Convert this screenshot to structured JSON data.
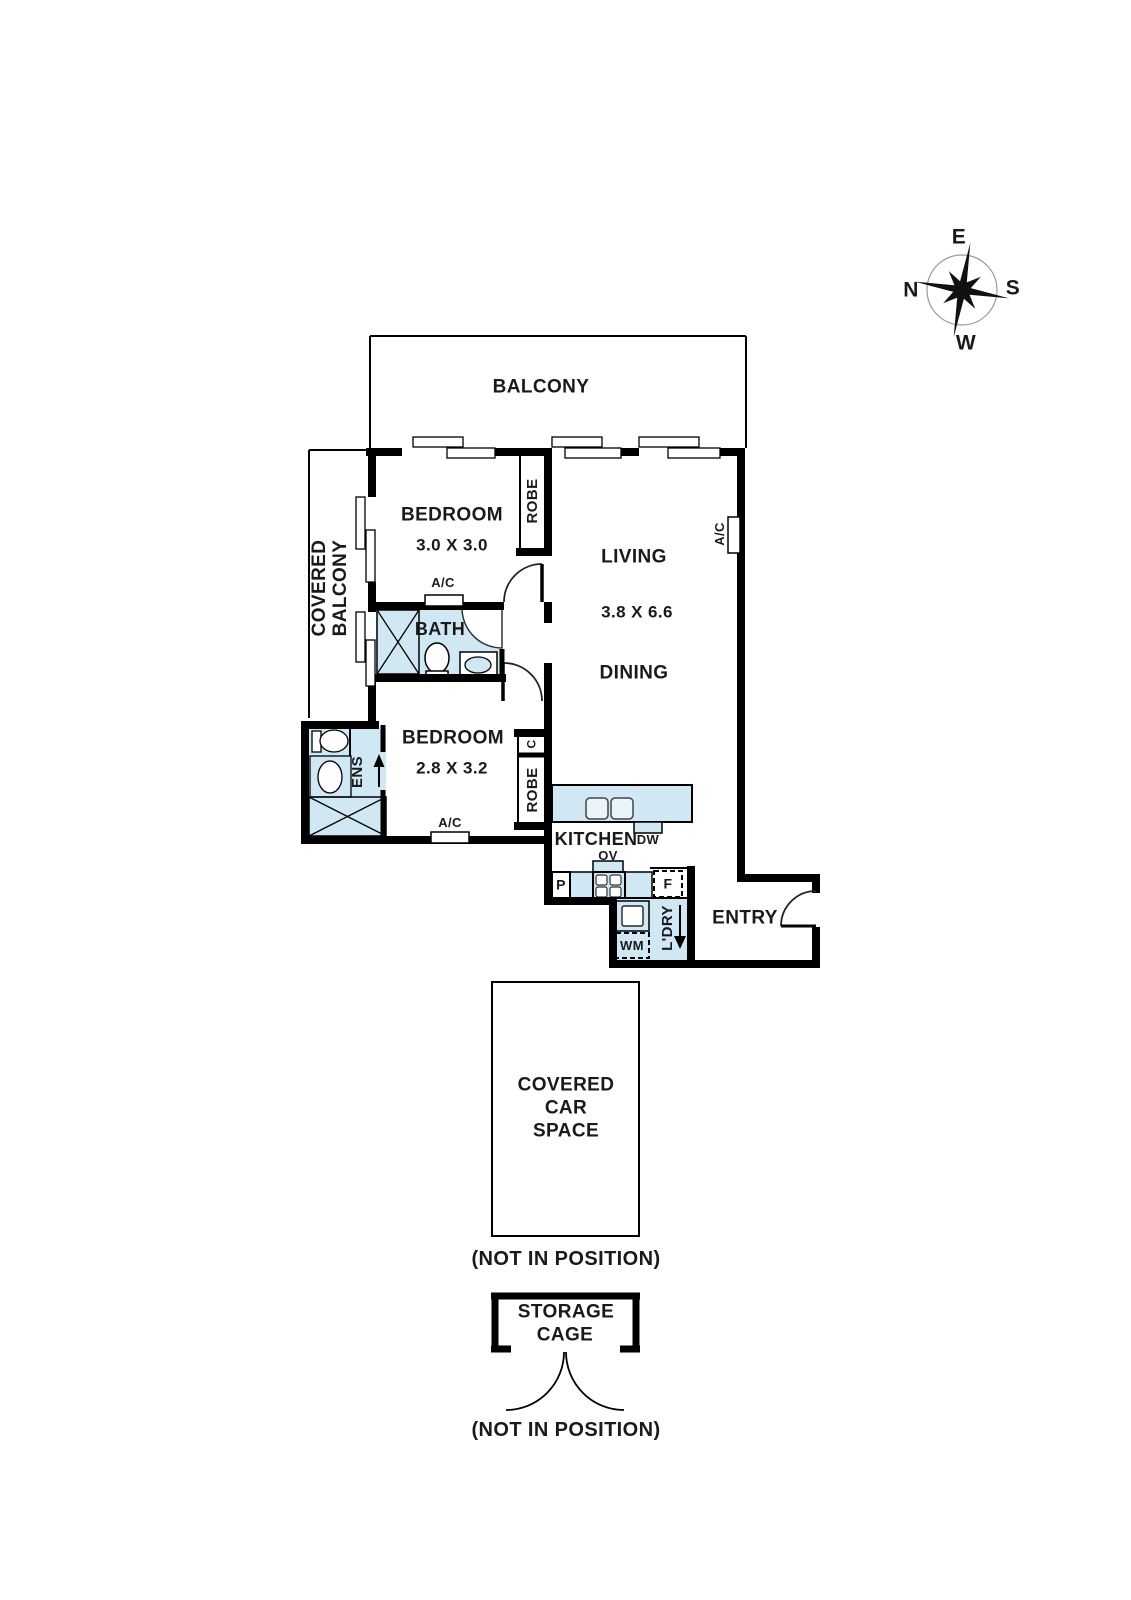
{
  "title": "Apartment floor plan",
  "compass": {
    "e": "E",
    "s": "S",
    "w": "W",
    "n": "N"
  },
  "labels": {
    "balcony": "BALCONY",
    "covered_balcony_line1": "COVERED",
    "covered_balcony_line2": "BALCONY",
    "bedroom1_name": "BEDROOM",
    "bedroom1_dims": "3.0 X 3.0",
    "robe": "ROBE",
    "living": "LIVING",
    "living_dims": "3.8 X 6.6",
    "dining": "DINING",
    "bath": "BATH",
    "ens": "ENS",
    "bedroom2_name": "BEDROOM",
    "bedroom2_dims": "2.8 X 3.2",
    "cupboard": "C",
    "ac": "A/C",
    "kitchen": "KITCHEN",
    "dw": "DW",
    "ov": "OV",
    "pantry": "P",
    "fridge": "F",
    "wm": "WM",
    "laundry": "L'DRY",
    "entry": "ENTRY",
    "car_space_line1": "COVERED",
    "car_space_line2": "CAR",
    "car_space_line3": "SPACE",
    "storage_line1": "STORAGE",
    "storage_line2": "CAGE",
    "not_in_position": "(NOT IN POSITION)"
  },
  "colors": {
    "fixture_fill": "#cfe8f4",
    "wall": "#000000",
    "text": "#1a1a1a"
  }
}
